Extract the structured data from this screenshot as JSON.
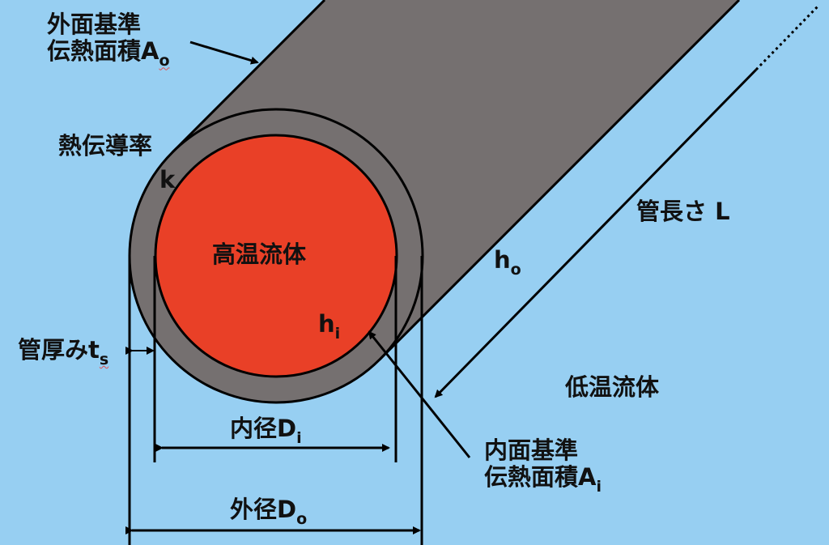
{
  "colors": {
    "background": "#97cff2",
    "pipe": "#757070",
    "hot_fluid": "#e94027",
    "line": "#000000"
  },
  "labels": {
    "outer_area_line1": "外面基準",
    "outer_area_line2": "伝熱面積A",
    "outer_area_sub": "o",
    "conductivity": "熱伝導率",
    "k": "k",
    "hot_fluid": "高温流体",
    "h_i": "h",
    "h_i_sub": "i",
    "h_o": "h",
    "h_o_sub": "o",
    "length": "管長さ L",
    "thickness": "管厚みt",
    "thickness_sub": "s",
    "inner_diameter": "内径D",
    "inner_diameter_sub": "i",
    "outer_diameter": "外径D",
    "outer_diameter_sub": "o",
    "inner_area_line1": "内面基準",
    "inner_area_line2": "伝熱面積A",
    "inner_area_sub": "i",
    "cold_fluid": "低温流体"
  }
}
